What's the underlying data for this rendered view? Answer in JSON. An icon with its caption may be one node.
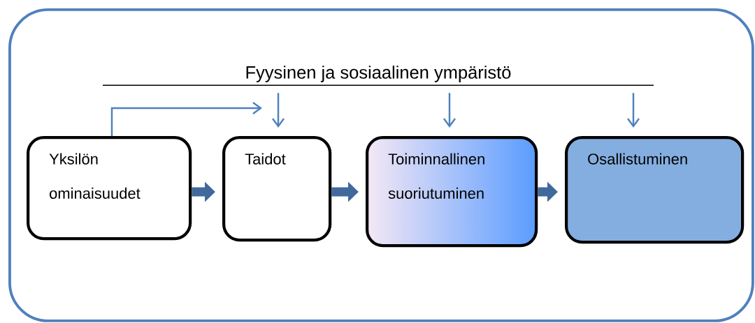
{
  "diagram": {
    "nodes": [
      {
        "text": [],
        "shape": "box"
      },
      {
        "text": [
          "Fyysinen ja sosiaalinen ympäristö"
        ],
        "in": 0
      },
      {
        "text": [
          "Yksilön ominaisuudet"
        ],
        "in": 0
      },
      {
        "text": [
          "Taidot"
        ],
        "in": 0
      },
      {
        "text": [
          "Toiminnallinen suoriutuminen"
        ],
        "in": 0
      },
      {
        "text": [
          "Osallistuminen"
        ],
        "in": 0
      }
    ],
    "edges": [
      {
        "from": 2,
        "to": null,
        "arrow": "to"
      },
      {
        "from": 1,
        "to": 3,
        "arrow": "to"
      },
      {
        "from": 1,
        "to": 4,
        "arrow": "to"
      },
      {
        "from": 1,
        "to": 5,
        "arrow": "to"
      },
      {
        "from": 2,
        "to": 3,
        "arrow": "to",
        "style": "thick",
        "color": "#41699b"
      },
      {
        "from": 3,
        "to": 4,
        "arrow": "to",
        "style": "thick",
        "color": "#41699b"
      },
      {
        "from": 4,
        "to": 5,
        "arrow": "to",
        "style": "thick",
        "color": "#41699b"
      }
    ]
  }
}
